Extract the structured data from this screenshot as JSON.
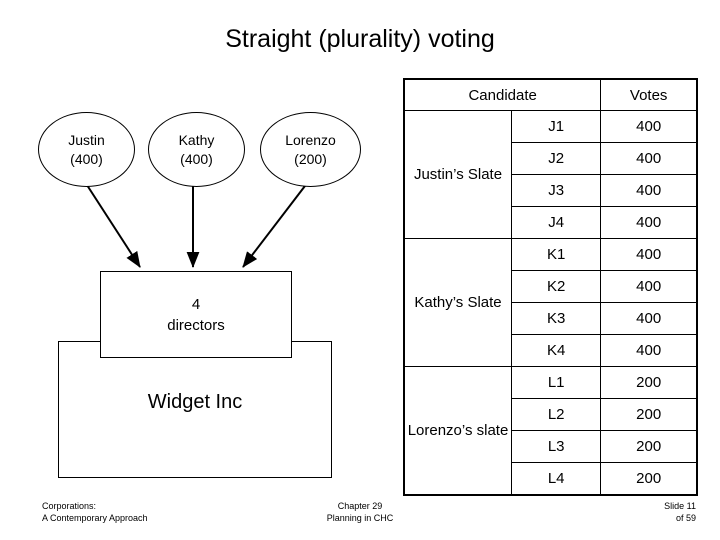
{
  "slide": {
    "title": "Straight (plurality) voting"
  },
  "diagram": {
    "shareholders": [
      {
        "name": "Justin",
        "shares": "(400)"
      },
      {
        "name": "Kathy",
        "shares": "(400)"
      },
      {
        "name": "Lorenzo",
        "shares": "(200)"
      }
    ],
    "directors_box": {
      "count": "4",
      "label": "directors"
    },
    "company_box": {
      "label": "Widget Inc"
    }
  },
  "table": {
    "headers": {
      "candidate": "Candidate",
      "votes": "Votes"
    },
    "groups": [
      {
        "slate": "Justin’s Slate",
        "rows": [
          {
            "candidate": "J1",
            "votes": "400"
          },
          {
            "candidate": "J2",
            "votes": "400"
          },
          {
            "candidate": "J3",
            "votes": "400"
          },
          {
            "candidate": "J4",
            "votes": "400"
          }
        ]
      },
      {
        "slate": "Kathy’s Slate",
        "rows": [
          {
            "candidate": "K1",
            "votes": "400"
          },
          {
            "candidate": "K2",
            "votes": "400"
          },
          {
            "candidate": "K3",
            "votes": "400"
          },
          {
            "candidate": "K4",
            "votes": "400"
          }
        ]
      },
      {
        "slate": "Lorenzo’s slate",
        "rows": [
          {
            "candidate": "L1",
            "votes": "200"
          },
          {
            "candidate": "L2",
            "votes": "200"
          },
          {
            "candidate": "L3",
            "votes": "200"
          },
          {
            "candidate": "L4",
            "votes": "200"
          }
        ]
      }
    ]
  },
  "footer": {
    "left_line1": "Corporations:",
    "left_line2": "A Contemporary Approach",
    "center_line1": "Chapter 29",
    "center_line2": "Planning in CHC",
    "right_line1": "Slide 11",
    "right_line2": "of 59"
  }
}
